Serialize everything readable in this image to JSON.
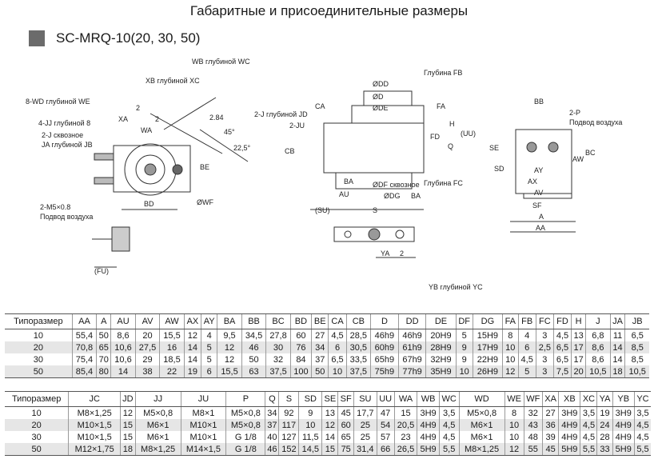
{
  "title": "Габаритные и присоединительные размеры",
  "model": "SC-MRQ-10(20, 30, 50)",
  "drawing_labels": {
    "wd_depth_we": "8-WD глубиной WE",
    "jj_depth_8": "4-JJ глубиной 8",
    "j_through_1": "2-J сквозное",
    "ja_depth_jb": "JA глубиной JB",
    "m5_port": "2-M5×0.8",
    "air_supply_1": "Подвод воздуха",
    "xa": "XA",
    "wa": "WA",
    "two_a": "2",
    "two_b": "2",
    "xb_depth_xc": "XB глубиной XC",
    "wb_depth_wc": "WB глубиной WC",
    "angle_284": "2.84",
    "angle_45": "45°",
    "angle_225": "22,5°",
    "be": "BE",
    "bd": "BD",
    "owf": "ØWF",
    "fu": "(FU)",
    "j_depth_jd": "2-J глубиной JD",
    "ju_2": "2-JU",
    "ca": "CA",
    "cb": "CB",
    "ba1": "BA",
    "au": "AU",
    "su": "(SU)",
    "s": "S",
    "odd": "ØDD",
    "od": "ØD",
    "ode": "ØDE",
    "odf_through": "ØDF сквозное",
    "odg": "ØDG",
    "ba2": "BA",
    "fb_depth": "Глубина FB",
    "fa": "FA",
    "h": "H",
    "fd": "FD",
    "q": "Q",
    "uu": "(UU)",
    "fc_depth": "Глубина FC",
    "ya": "YA",
    "two_c": "2",
    "yb_depth_yc": "YB глубиной YC",
    "bb": "BB",
    "p2": "2-P",
    "air_supply_2": "Подвод воздуха",
    "se": "SE",
    "sd": "SD",
    "ay": "AY",
    "ax": "AX",
    "av": "AV",
    "sf": "SF",
    "a": "A",
    "aa": "AA",
    "bc": "BC",
    "aw": "AW"
  },
  "table1": {
    "headers": [
      "Типоразмер",
      "AA",
      "A",
      "AU",
      "AV",
      "AW",
      "AX",
      "AY",
      "BA",
      "BB",
      "BC",
      "BD",
      "BE",
      "CA",
      "CB",
      "D",
      "DD",
      "DE",
      "DF",
      "DG",
      "FA",
      "FB",
      "FC",
      "FD",
      "H",
      "J",
      "JA",
      "JB"
    ],
    "rows": [
      [
        "10",
        "55,4",
        "50",
        "8,6",
        "20",
        "15,5",
        "12",
        "4",
        "9,5",
        "34,5",
        "27,8",
        "60",
        "27",
        "4,5",
        "28,5",
        "46h9",
        "46h9",
        "20H9",
        "5",
        "15H9",
        "8",
        "4",
        "3",
        "4,5",
        "13",
        "6,8",
        "11",
        "6,5"
      ],
      [
        "20",
        "70,8",
        "65",
        "10,6",
        "27,5",
        "16",
        "14",
        "5",
        "12",
        "46",
        "30",
        "76",
        "34",
        "6",
        "30,5",
        "60h9",
        "61h9",
        "28H9",
        "9",
        "17H9",
        "10",
        "6",
        "2,5",
        "6,5",
        "17",
        "8,6",
        "14",
        "8,5"
      ],
      [
        "30",
        "75,4",
        "70",
        "10,6",
        "29",
        "18,5",
        "14",
        "5",
        "12",
        "50",
        "32",
        "84",
        "37",
        "6,5",
        "33,5",
        "65h9",
        "67h9",
        "32H9",
        "9",
        "22H9",
        "10",
        "4,5",
        "3",
        "6,5",
        "17",
        "8,6",
        "14",
        "8,5"
      ],
      [
        "50",
        "85,4",
        "80",
        "14",
        "38",
        "22",
        "19",
        "6",
        "15,5",
        "63",
        "37,5",
        "100",
        "50",
        "10",
        "37,5",
        "75h9",
        "77h9",
        "35H9",
        "10",
        "26H9",
        "12",
        "5",
        "3",
        "7,5",
        "20",
        "10,5",
        "18",
        "10,5"
      ]
    ]
  },
  "table2": {
    "headers": [
      "Типоразмер",
      "JC",
      "JD",
      "JJ",
      "JU",
      "P",
      "Q",
      "S",
      "SD",
      "SE",
      "SF",
      "SU",
      "UU",
      "WA",
      "WB",
      "WC",
      "WD",
      "WE",
      "WF",
      "XA",
      "XB",
      "XC",
      "YA",
      "YB",
      "YC"
    ],
    "rows": [
      [
        "10",
        "M8×1,25",
        "12",
        "M5×0,8",
        "M8×1",
        "M5×0,8",
        "34",
        "92",
        "9",
        "13",
        "45",
        "17,7",
        "47",
        "15",
        "3H9",
        "3,5",
        "M5×0,8",
        "8",
        "32",
        "27",
        "3H9",
        "3,5",
        "19",
        "3H9",
        "3,5"
      ],
      [
        "20",
        "M10×1,5",
        "15",
        "M6×1",
        "M10×1",
        "M5×0,8",
        "37",
        "117",
        "10",
        "12",
        "60",
        "25",
        "54",
        "20,5",
        "4H9",
        "4,5",
        "M6×1",
        "10",
        "43",
        "36",
        "4H9",
        "4,5",
        "24",
        "4H9",
        "4,5"
      ],
      [
        "30",
        "M10×1,5",
        "15",
        "M6×1",
        "M10×1",
        "G 1/8",
        "40",
        "127",
        "11,5",
        "14",
        "65",
        "25",
        "57",
        "23",
        "4H9",
        "4,5",
        "M6×1",
        "10",
        "48",
        "39",
        "4H9",
        "4,5",
        "28",
        "4H9",
        "4,5"
      ],
      [
        "50",
        "M12×1,75",
        "18",
        "M8×1,25",
        "M14×1,5",
        "G 1/8",
        "46",
        "152",
        "14,5",
        "15",
        "75",
        "31,4",
        "66",
        "26,5",
        "5H9",
        "5,5",
        "M8×1,25",
        "12",
        "55",
        "45",
        "5H9",
        "5,5",
        "33",
        "5H9",
        "5,5"
      ]
    ]
  }
}
